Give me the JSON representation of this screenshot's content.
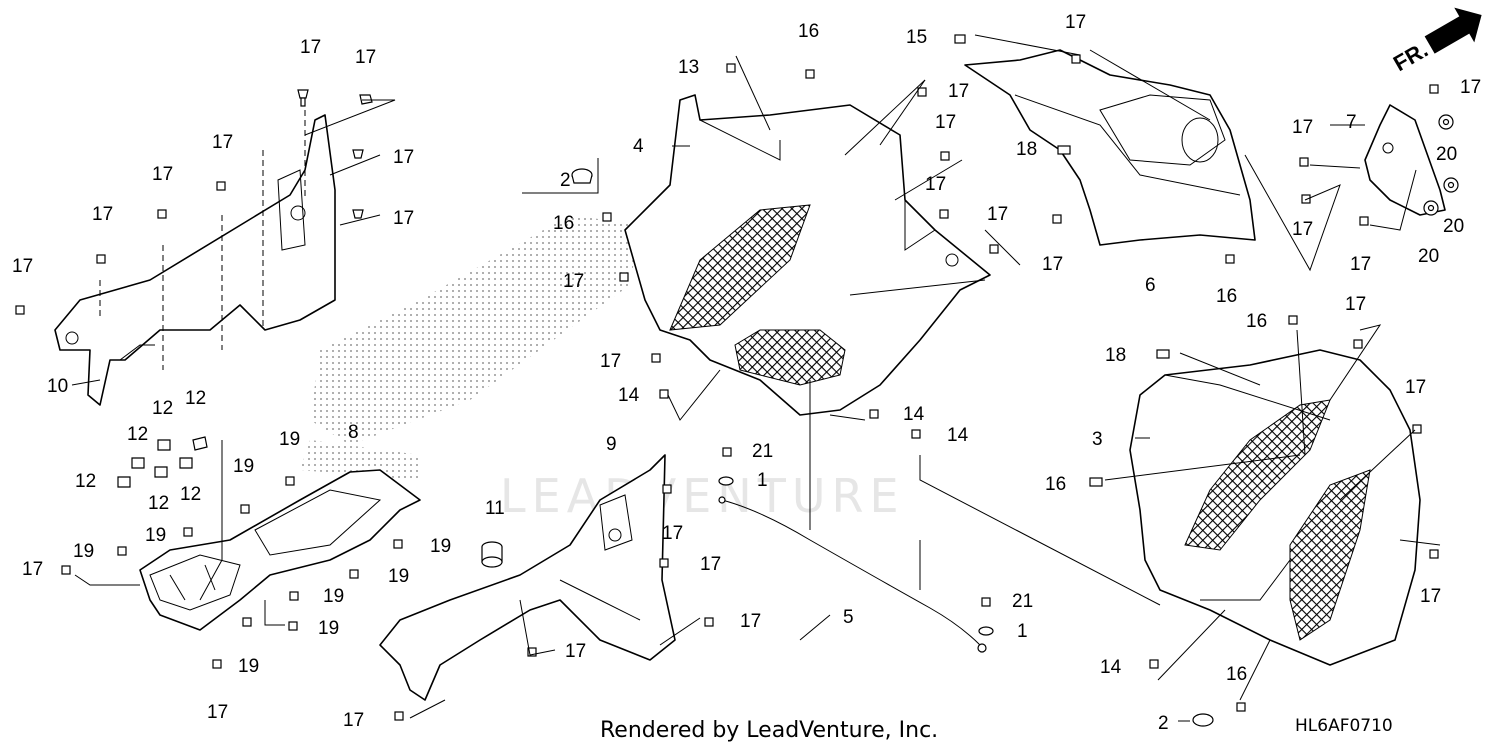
{
  "watermark": "LEADVENTURE",
  "footer": {
    "credit": "Rendered by LeadVenture, Inc.",
    "code": "HL6AF0710"
  },
  "direction_label": "FR.",
  "callouts": {
    "c1": "1",
    "c2": "2",
    "c3": "3",
    "c4": "4",
    "c5": "5",
    "c6": "6",
    "c7": "7",
    "c8": "8",
    "c9": "9",
    "c10": "10",
    "c11": "11",
    "c12": "12",
    "c13": "13",
    "c14": "14",
    "c15": "15",
    "c16": "16",
    "c17": "17",
    "c18": "18",
    "c19": "19",
    "c20": "20",
    "c21": "21"
  }
}
